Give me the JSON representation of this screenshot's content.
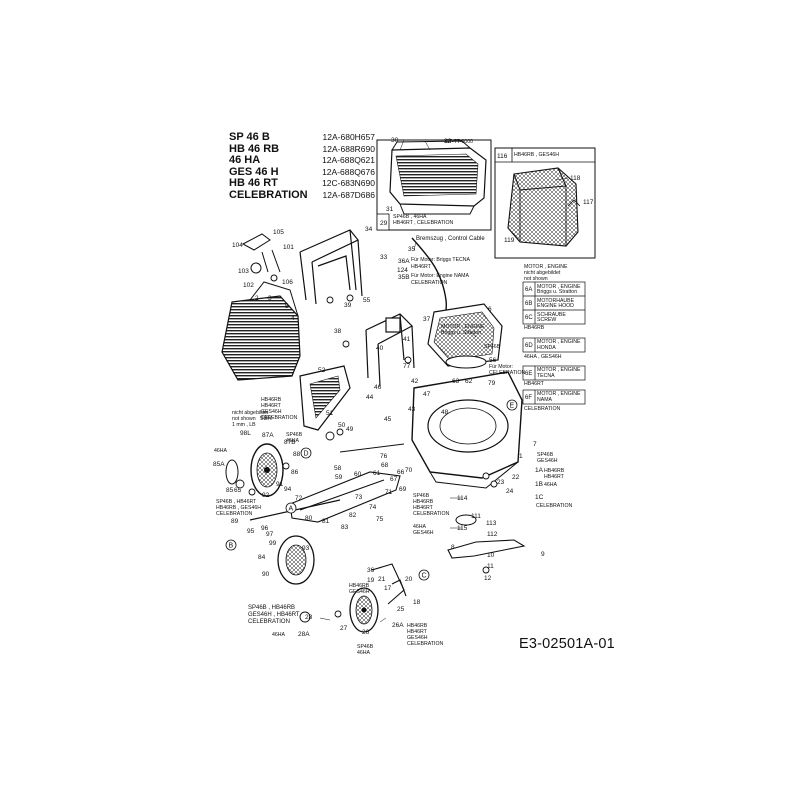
{
  "models": [
    {
      "name": "SP 46 B",
      "code": "12A-680H657"
    },
    {
      "name": "HB 46 RB",
      "code": "12A-688R690"
    },
    {
      "name": "46 HA",
      "code": "12A-688Q621"
    },
    {
      "name": "GES 46 H",
      "code": "12A-688Q676"
    },
    {
      "name": "HB 46 RT",
      "code": "12C-683N690"
    },
    {
      "name": "CELEBRATION",
      "code": "12A-687D686"
    }
  ],
  "document_number": "E3-02501A-01",
  "notes": {
    "box29_l1": "SP46B , 46HA",
    "box29_l2": "HB46RT , CELEBRATION",
    "box116_title": "HB46RB , GES46H",
    "control_l1": "Bremszug , Control Cable",
    "cable_36a": "Für Motor: Briggs TECNA",
    "cable_36a_model": "HB46RT",
    "cable_35b": "Für Motor: Engine NAMA",
    "cable_35b_model": "CELEBRATION",
    "engine_l1": "MOTOR , ENGINE",
    "engine_l2": "nicht abgebildet",
    "engine_l3": "not shown",
    "e6a_l1": "MOTOR , ENGINE",
    "e6a_l2": "Briggs u. Stratton",
    "e6b_l1": "MOTORHAUBE",
    "e6b_l2": "ENGINE HOOD",
    "e6c_l1": "SCHRAUBE",
    "e6c_l2": "SCREW",
    "e6_model": "HB46RB",
    "e6d_l1": "MOTOR , ENGINE",
    "e6d_l2": "HONDA",
    "e6d_model": "46HA , GES46H",
    "e6e_l1": "MOTOR , ENGINE",
    "e6e_l2": "TECNA",
    "e6e_model": "HB46RT",
    "e6f_l1": "MOTOR , ENGINE",
    "e6f_l2": "NAMA",
    "e6f_model": "CELEBRATION",
    "center_engine_l1": "MOTOR , ENGINE",
    "center_engine_l2": "Briggs u. Stratton",
    "sp46b": "SP46B",
    "n56_l1": "Für Motor:",
    "n56_l2": "CELEBRATION",
    "hb46rb_left_l1": "HB46RB",
    "hb46rb_left_l2": "HB46RT",
    "hb46rb_left_l3": "GES46H",
    "hb46rb_left_l4": "CELEBRATION",
    "notshown_l1": "nicht abgebildet",
    "notshown_l2": "not shown",
    "notshown_l3": "1 mm , LB",
    "sp46b_46ha_l1": "SP46B",
    "sp46b_46ha_l2": "46HA",
    "left_models_l1": "SP46B , HB46RT",
    "left_models_l2": "HB46RB , GES46H",
    "left_models_l3": "CELEBRATION",
    "right_sp_l1": "SP46B",
    "right_sp_l2": "GES46H",
    "right_1a_l1": "HB46RB",
    "right_1a_l2": "HB46RT",
    "right_1b": "46HA",
    "right_1c": "CELEBRATION",
    "mid_114_l1": "SP46B",
    "mid_114_l2": "HB46RB",
    "mid_114_l3": "HB46RT",
    "mid_114_l4": "CELEBRATION",
    "mid_115_l1": "46HA",
    "mid_115_l2": "GES46H",
    "box_28_l1": "SP46B , HB46RB",
    "box_28_l2": "GES46H , HB46RT",
    "box_28_l3": "CELEBRATION",
    "hb46rb_wheel_l1": "HB46RB",
    "hb46rb_wheel_l2": "GES46H",
    "wheel_26_l1": "SP46B",
    "wheel_26_l2": "46HA",
    "wheel_26a_l1": "HB46RB",
    "wheel_26a_l2": "HB46RT",
    "wheel_26a_l3": "GES46H",
    "wheel_26a_l4": "CELEBRATION",
    "ha_28a": "46HA",
    "gt_top": "GT-TT-0000"
  },
  "parts": {
    "p30": "30",
    "p32": "32",
    "p31": "31",
    "p29": "29",
    "p116": "116",
    "p118": "118",
    "p117": "117",
    "p119": "119",
    "p105": "105",
    "p104": "104",
    "p101": "101",
    "p103": "103",
    "p102": "102",
    "p106": "106",
    "p34": "34",
    "p33": "33",
    "p35": "35",
    "p36a": "36A",
    "p35b": "35B",
    "p124": "124",
    "p37": "37",
    "p6": "6",
    "p55": "55",
    "p39": "39",
    "p3": "3",
    "p5": "5",
    "p4": "4",
    "p2": "2",
    "p38": "38",
    "p52": "52",
    "p40": "40",
    "p41": "41",
    "p77": "77",
    "p56": "56",
    "p63": "63",
    "p62": "62",
    "p79": "79",
    "p47": "47",
    "p48": "48",
    "p46": "46",
    "p44": "44",
    "p45": "45",
    "p42": "42",
    "p43": "43",
    "p51": "51",
    "p50": "50",
    "p49": "49",
    "p76": "76",
    "p98l": "98L",
    "p98r": "98R",
    "p87a": "87A",
    "p87b": "87B",
    "p88": "88",
    "p85a": "85A",
    "p86": "86",
    "p91": "91",
    "p92": "92",
    "p94": "94",
    "p85": "85",
    "p65": "65",
    "p7": "7",
    "p1": "1",
    "p1a": "1A",
    "p1b": "1B",
    "p1c": "1C",
    "p22": "22",
    "p23": "23",
    "p24": "24",
    "p58": "58",
    "p59": "59",
    "p60": "60",
    "p61": "61",
    "p68": "68",
    "p67": "67",
    "p66": "66",
    "p70": "70",
    "p71": "71",
    "p72": "72",
    "p73": "73",
    "p74": "74",
    "p75": "75",
    "p69": "69",
    "p80": "80",
    "p81": "81",
    "p82": "82",
    "p83": "83",
    "p89": "89",
    "p95": "95",
    "p96": "96",
    "p97": "97",
    "p99": "99",
    "p84": "84",
    "p90": "90",
    "p93": "93",
    "p111": "111",
    "p112": "112",
    "p113": "113",
    "p114": "114",
    "p115": "115",
    "p9": "9",
    "p8": "8",
    "p10": "10",
    "p11": "11",
    "p12": "12",
    "p36": "36",
    "p21": "21",
    "p19": "19",
    "p20": "20",
    "p17": "17",
    "p18": "18",
    "p25": "25",
    "p27": "27",
    "p28": "28",
    "p28a": "28A",
    "p26": "26",
    "p26a": "26A"
  },
  "markers": {
    "a": "A",
    "b": "B",
    "c": "C",
    "d": "D",
    "e": "E"
  }
}
